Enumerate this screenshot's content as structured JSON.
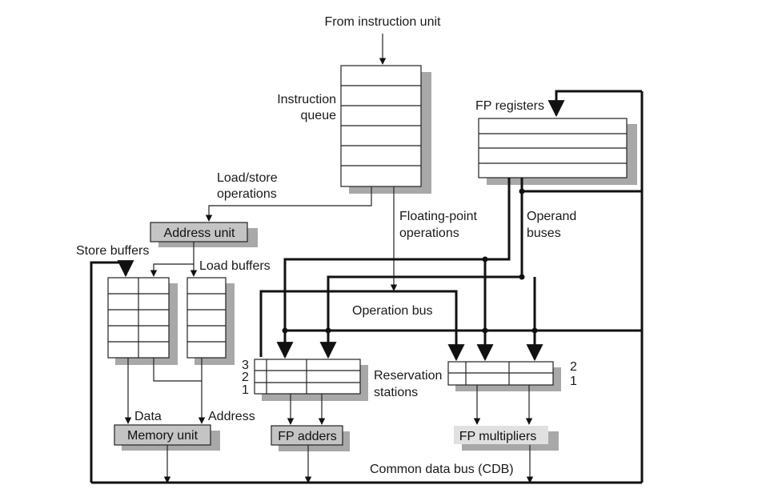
{
  "labels": {
    "from_instruction_unit": "From instruction unit",
    "instruction_queue_line1": "Instruction",
    "instruction_queue_line2": "queue",
    "fp_registers": "FP registers",
    "load_store_line1": "Load/store",
    "load_store_line2": "operations",
    "floating_point_line1": "Floating-point",
    "floating_point_line2": "operations",
    "operand_buses_line1": "Operand",
    "operand_buses_line2": "buses",
    "address_unit": "Address unit",
    "store_buffers": "Store buffers",
    "load_buffers": "Load buffers",
    "operation_bus": "Operation bus",
    "reservation_line1": "Reservation",
    "reservation_line2": "stations",
    "data": "Data",
    "address": "Address",
    "memory_unit": "Memory unit",
    "fp_adders": "FP adders",
    "fp_multipliers": "FP multipliers",
    "cdb": "Common data bus (CDB)",
    "rs_add_3": "3",
    "rs_add_2": "2",
    "rs_add_1": "1",
    "rs_mul_2": "2",
    "rs_mul_1": "1"
  }
}
